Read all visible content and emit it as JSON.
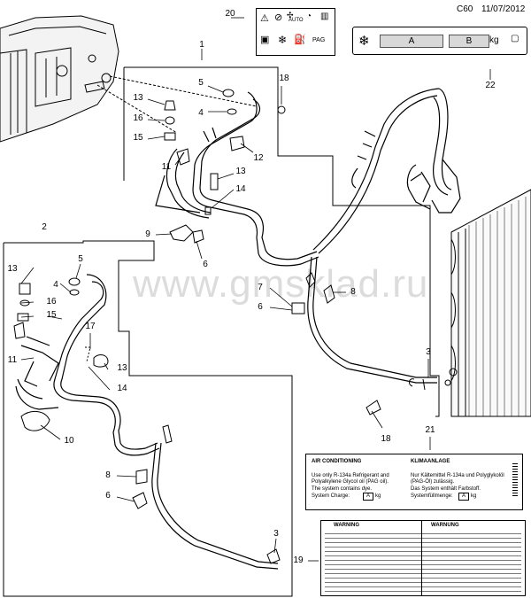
{
  "header": {
    "code": "C60",
    "date": "11/07/2012"
  },
  "watermark": "www.gmsklad.ru",
  "callouts": {
    "c1": "1",
    "c2": "2",
    "c3a": "3",
    "c3b": "3",
    "c4a": "4",
    "c4b": "4",
    "c5a": "5",
    "c5b": "5",
    "c6a": "6",
    "c6b": "6",
    "c6c": "6",
    "c7": "7",
    "c8a": "8",
    "c8b": "8",
    "c9": "9",
    "c10": "10",
    "c11a": "11",
    "c11b": "11",
    "c12": "12",
    "c13a": "13",
    "c13b": "13",
    "c13c": "13",
    "c13d": "13",
    "c14a": "14",
    "c14b": "14",
    "c15a": "15",
    "c15b": "15",
    "c16a": "16",
    "c16b": "16",
    "c17": "17",
    "c18a": "18",
    "c18b": "18",
    "c19": "19",
    "c20": "20",
    "c21": "21",
    "c22": "22"
  },
  "label20": {
    "pag": "PAG",
    "auto": "AUTO"
  },
  "label22": {
    "a": "A",
    "b": "B",
    "unit": "kg"
  },
  "label21": {
    "en_title": "AIR CONDITIONING",
    "en_l1": "Use only R-134a Refrigerant and",
    "en_l2": "Polyalkylene Glycol oil (PAG oil).",
    "en_l3": "The system contains dye.",
    "en_l4": "System Charge:",
    "en_val": "A",
    "en_unit": "kg",
    "de_title": "KLIMAANLAGE",
    "de_l1": "Nur Kältemittel R-134a und Polyglykolöl",
    "de_l2": "(PAG-Öl) zulässig.",
    "de_l3": "Das System enthält Farbstoff.",
    "de_l4": "Systemfüllmenge:",
    "de_val": "A",
    "de_unit": "kg"
  },
  "label19": {
    "warn_en": "WARNING",
    "warn_de": "WARNUNG"
  }
}
